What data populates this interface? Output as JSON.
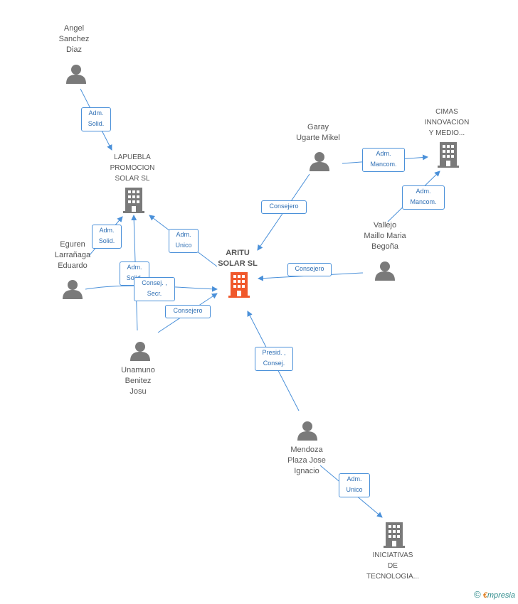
{
  "colors": {
    "edge": "#4a90d9",
    "person": "#7a7a7a",
    "company": "#7a7a7a",
    "main_company": "#f0582b"
  },
  "nodes": {
    "angel": "Angel\nSanchez\nDiaz",
    "lapuebla": "LAPUEBLA\nPROMOCION\nSOLAR SL",
    "eguren": "Eguren\nLarrañaga\nEduardo",
    "unamuno": "Unamuno\nBenitez\nJosu",
    "aritu": "ARITU\nSOLAR SL",
    "garay": "Garay\nUgarte Mikel",
    "cimas": "CIMAS\nINNOVACION\nY MEDIO...",
    "vallejo": "Vallejo\nMaillo Maria\nBegoña",
    "mendoza": "Mendoza\nPlaza Jose\nIgnacio",
    "iniciativas": "INICIATIVAS\nDE\nTECNOLOGIA..."
  },
  "relations": {
    "angel_lapuebla": "Adm.\nSolid.",
    "eguren_lapuebla": "Adm.\nSolid.",
    "unamuno_lapuebla": "Adm.\nSolid.",
    "eguren_aritu": "Consej. ,\nSecr.",
    "unamuno_aritu": "Consejero",
    "aritu_lapuebla": "Adm.\nUnico",
    "garay_aritu": "Consejero",
    "garay_cimas": "Adm.\nMancom.",
    "vallejo_cimas": "Adm.\nMancom.",
    "vallejo_aritu": "Consejero",
    "mendoza_aritu": "Presid. ,\nConsej.",
    "mendoza_iniciativas": "Adm.\nUnico"
  },
  "footer": {
    "copyright": "©",
    "brand_e": "€",
    "brand_rest": "mpresia"
  }
}
